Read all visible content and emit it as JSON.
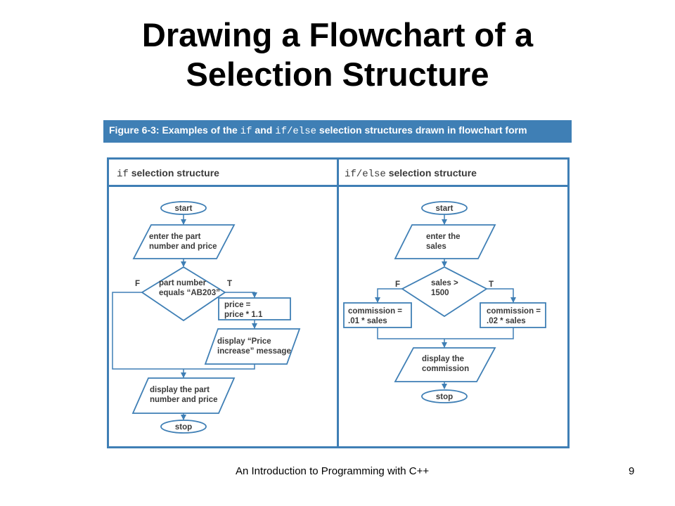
{
  "slide": {
    "title_line1": "Drawing a Flowchart of a",
    "title_line2": "Selection Structure",
    "footer": "An Introduction to Programming with C++",
    "page_number": "9"
  },
  "figure": {
    "caption_prefix": "Figure 6-3: Examples of the ",
    "caption_code1": "if",
    "caption_and": " and ",
    "caption_code2": "if/else",
    "caption_suffix": " selection structures drawn in flowchart form",
    "left_header_code": "if",
    "left_header_text": " selection structure",
    "right_header_code": "if/else",
    "right_header_text": " selection structure"
  },
  "flowchart": {
    "if": {
      "start": "start",
      "input": [
        "enter the part",
        "number and price"
      ],
      "decision": [
        "part number",
        "equals “AB203”"
      ],
      "false_label": "F",
      "true_label": "T",
      "process": [
        "price =",
        "price * 1.1"
      ],
      "display_msg": [
        "display “Price",
        "increase” message"
      ],
      "output": [
        "display the part",
        "number and price"
      ],
      "stop": "stop"
    },
    "if_else": {
      "start": "start",
      "input": [
        "enter the",
        "sales"
      ],
      "decision": [
        "sales >",
        "1500"
      ],
      "false_label": "F",
      "true_label": "T",
      "false_process": [
        "commission =",
        ".01 * sales"
      ],
      "true_process": [
        "commission =",
        ".02 * sales"
      ],
      "output": [
        "display the",
        "commission"
      ],
      "stop": "stop"
    }
  },
  "colors": {
    "accent": "#3f7fb5",
    "shape_fill": "#ffffff",
    "text": "#3a3a3a"
  }
}
